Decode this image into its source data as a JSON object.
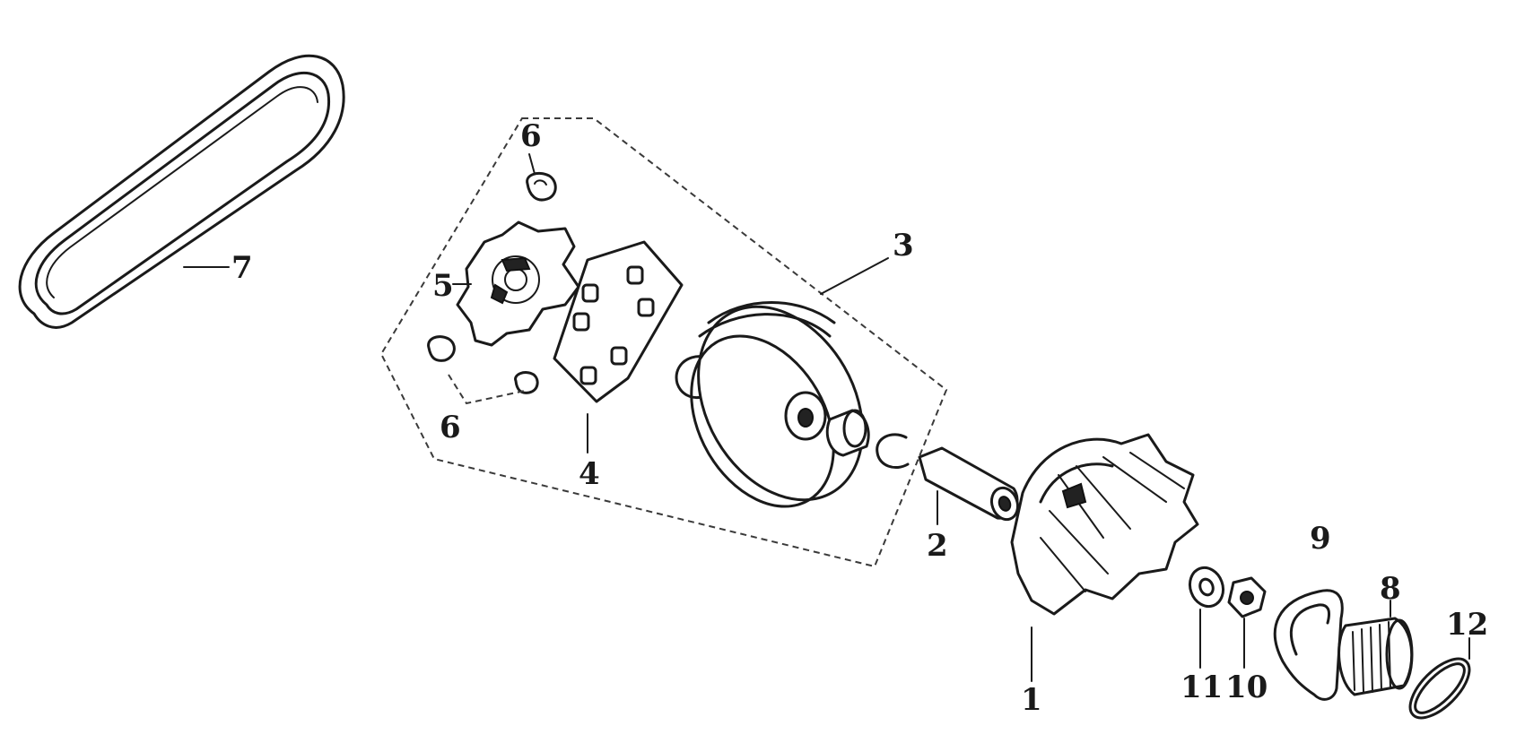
{
  "diagram": {
    "labels": {
      "part1": "1",
      "part2": "2",
      "part3": "3",
      "part4": "4",
      "part5": "5",
      "part6_top": "6",
      "part6_bottom": "6",
      "part7": "7",
      "part8": "8",
      "part9": "9",
      "part10": "10",
      "part11": "11",
      "part12": "12"
    },
    "colors": {
      "line": "#1a1a1a",
      "background": "#ffffff"
    }
  }
}
